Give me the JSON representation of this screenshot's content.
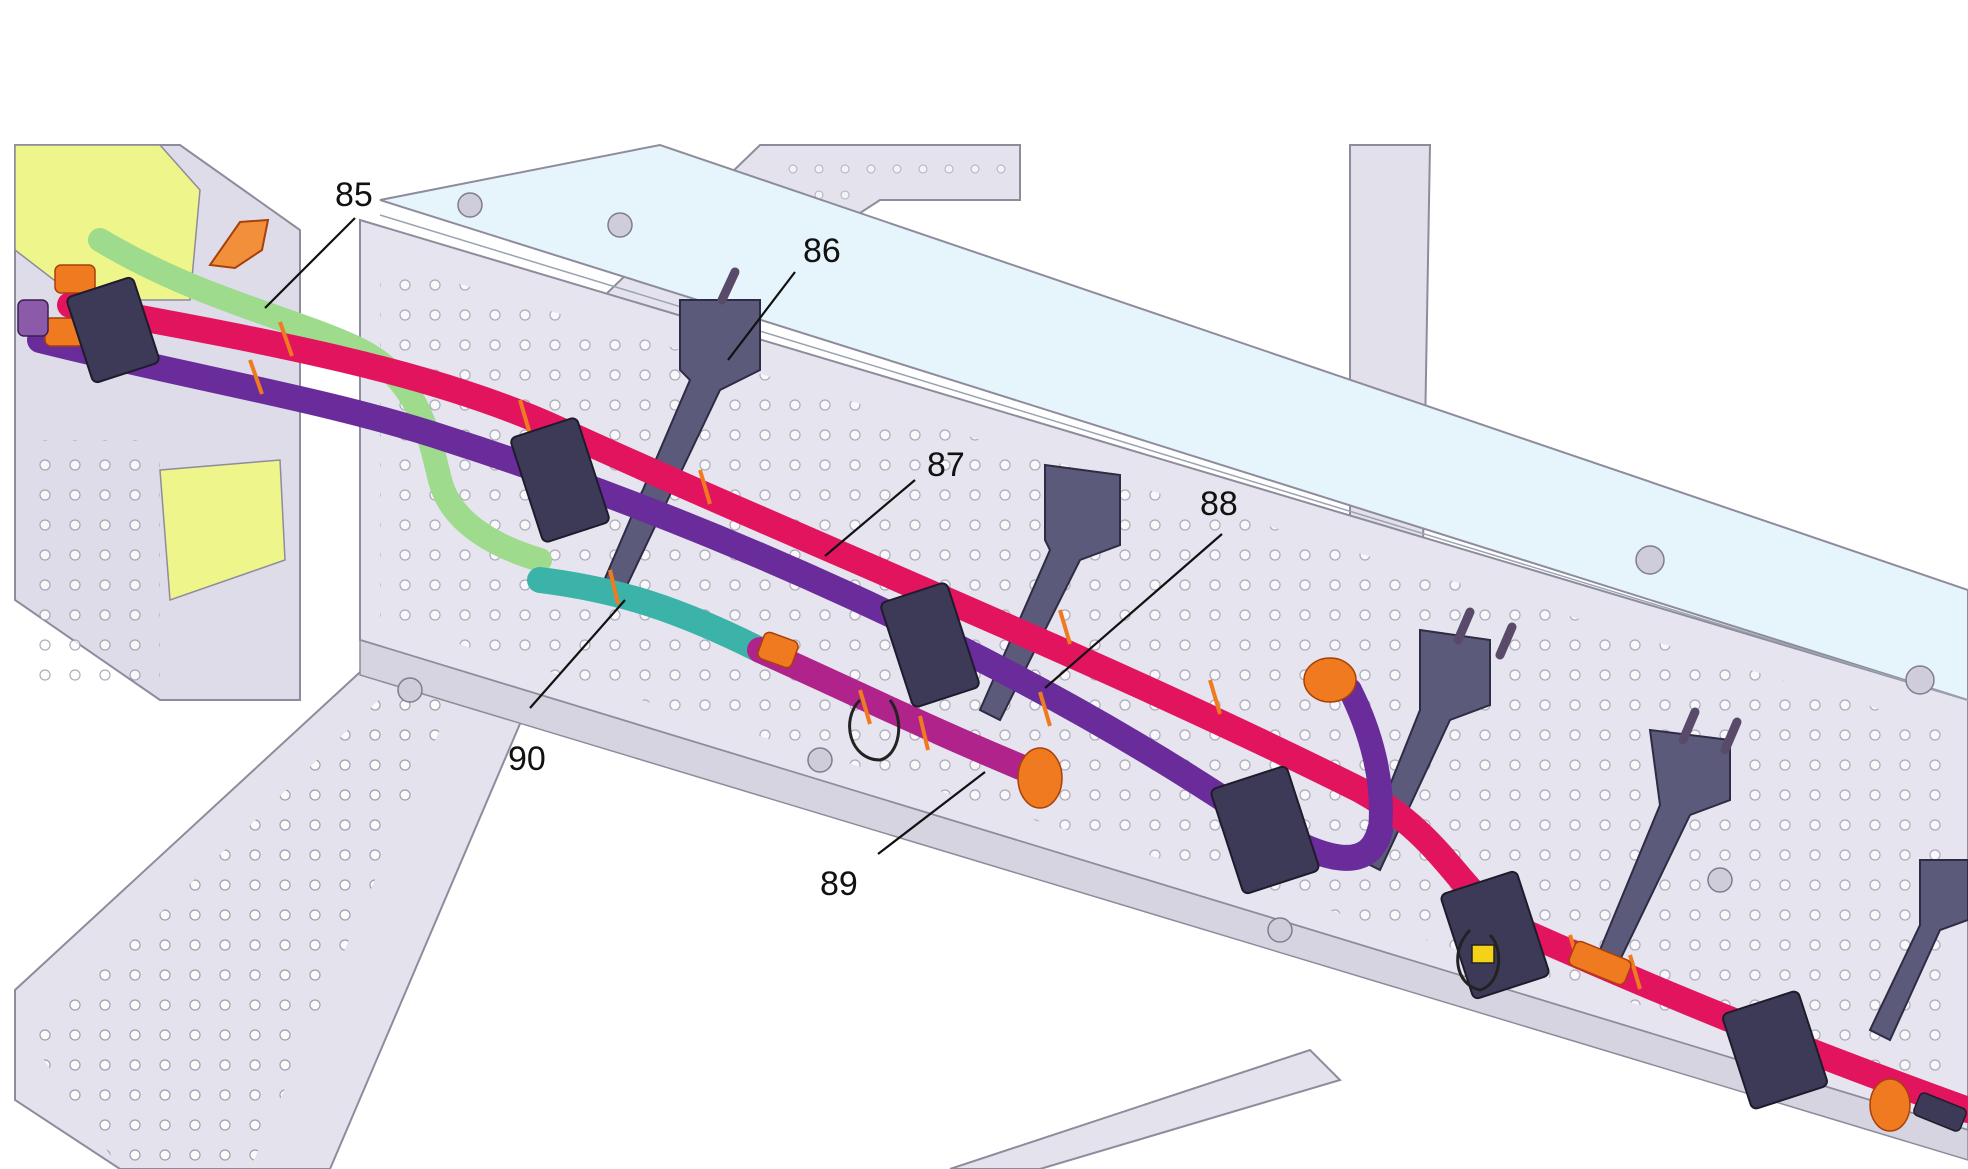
{
  "callouts": {
    "c85": "85",
    "c86": "86",
    "c87": "87",
    "c88": "88",
    "c89": "89",
    "c90": "90"
  },
  "colors": {
    "frame": "#e4e2ec",
    "frame_edge": "#8e8c9c",
    "rail_top": "#e6f4fb",
    "red_hose": "#e3145e",
    "purple_hose": "#6a2c9a",
    "green_hose": "#9edb8c",
    "teal_hose": "#3bb3a8",
    "magenta_hose": "#b0238a",
    "orange_band": "#f07a20",
    "clamp": "#3d3a58",
    "bracket": "#4f4d6e",
    "yellow_part": "#eef58a"
  }
}
